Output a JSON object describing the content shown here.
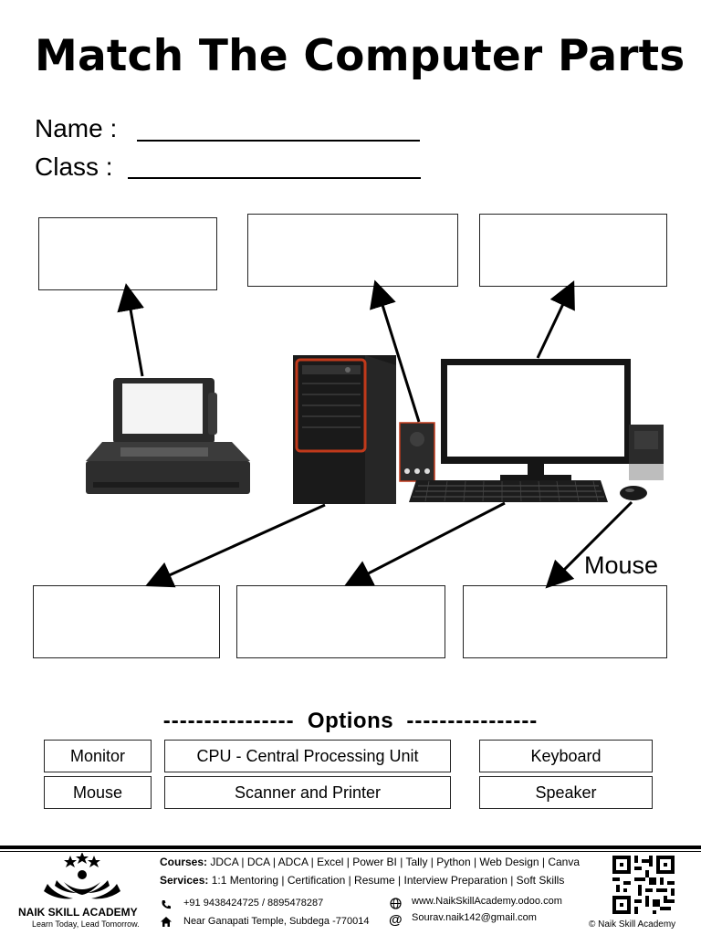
{
  "title": "Match The Computer Parts",
  "name_label": "Name :",
  "class_label": "Class :",
  "mouse_hint": "Mouse",
  "options": {
    "heading": "Options",
    "dashes": "----------------",
    "items": [
      "Monitor",
      "CPU - Central Processing Unit",
      "Keyboard",
      "Mouse",
      "Scanner and Printer",
      "Speaker"
    ]
  },
  "footer": {
    "courses_label": "Courses:",
    "courses": "JDCA | DCA | ADCA | Excel | Power BI | Tally | Python | Web Design | Canva",
    "services_label": "Services:",
    "services": "1:1 Mentoring | Certification | Resume | Interview Preparation | Soft Skills",
    "phone": "+91 9438424725 / 8895478287",
    "address": "Near Ganapati Temple, Subdega -770014",
    "website": "www.NaikSkillAcademy.odoo.com",
    "email": "Sourav.naik142@gmail.com",
    "academy_name": "NAIK SKILL ACADEMY",
    "tagline": "Learn Today, Lead Tomorrow.",
    "copyright": "© Naik Skill Academy"
  },
  "colors": {
    "ink": "#000000",
    "cpu_accent": "#c0391b",
    "case_dark": "#1a1a1a"
  },
  "icons": [
    "phone-icon",
    "home-icon",
    "globe-icon",
    "at-icon",
    "qr-code",
    "academy-logo"
  ]
}
